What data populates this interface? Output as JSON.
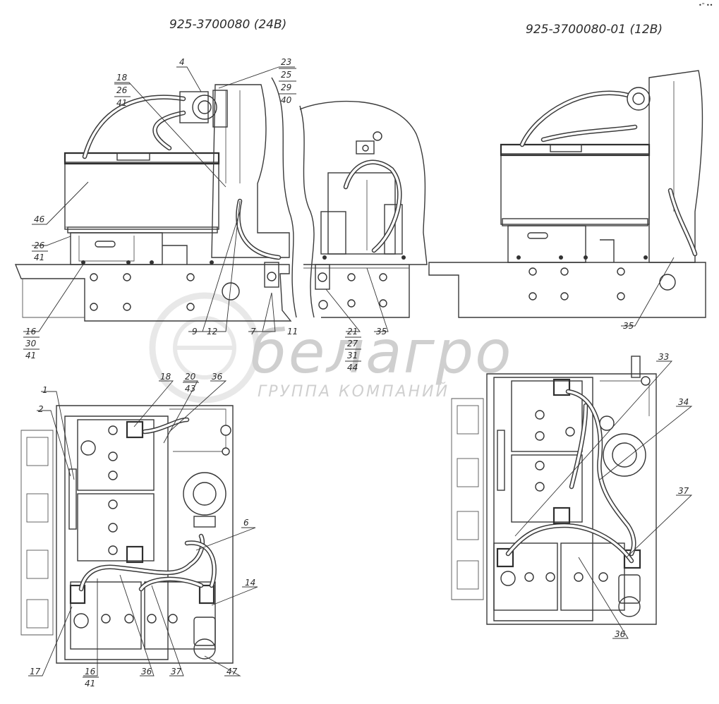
{
  "titles": {
    "left": "925-3700080  (24В)",
    "right": "925-3700080-01   (12В)"
  },
  "corner_mark": "•\" ••",
  "watermark": {
    "brand": "белагро",
    "subtitle": "ГРУППА КОМПАНИЙ"
  },
  "callouts": {
    "c4": "4",
    "c18a": "18",
    "c26a": "26",
    "c41a": "41",
    "c23": "23",
    "c25": "25",
    "c29": "29",
    "c40": "40",
    "c46": "46",
    "c26b": "26",
    "c41b": "41",
    "c16a": "16",
    "c30": "30",
    "c41c": "41",
    "c9": "9",
    "c12": "12",
    "c7": "7",
    "c11": "11",
    "c21": "21",
    "c27": "27",
    "c31": "31",
    "c44": "44",
    "c35a": "35",
    "c35b": "35",
    "c1": "1",
    "c2": "2",
    "c18b": "18",
    "c20": "20",
    "c43": "43",
    "c36a": "36",
    "c6": "6",
    "c14": "14",
    "c17": "17",
    "c16b": "16",
    "c41d": "41",
    "c36b": "36",
    "c37a": "37",
    "c47": "47",
    "c33": "33",
    "c34": "34",
    "c37b": "37",
    "c36c": "36"
  }
}
